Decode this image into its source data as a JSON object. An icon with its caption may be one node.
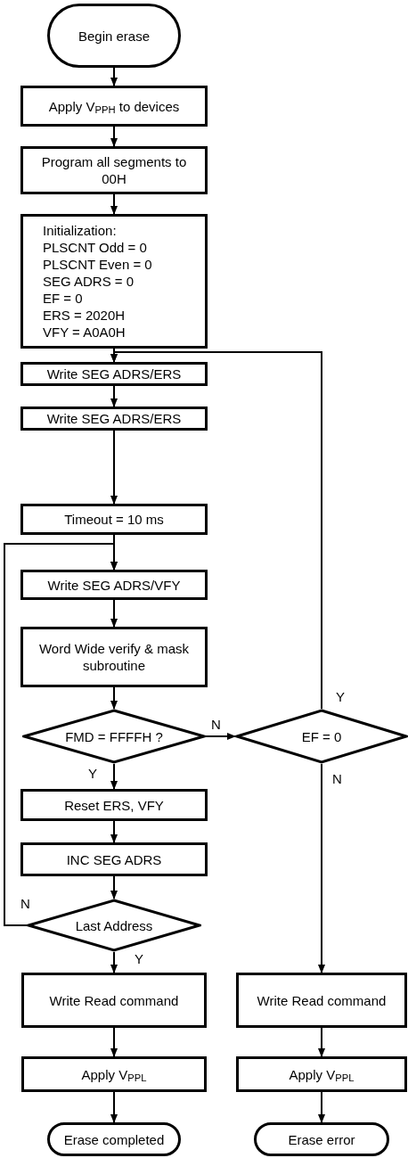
{
  "diagram": {
    "nodes": [
      {
        "text": [
          "Begin erase"
        ]
      },
      {
        "text": [
          "Apply V$_{PPH}$ to devices"
        ]
      },
      {
        "text": [
          "Program all segments to 00H"
        ]
      },
      {
        "text": [
          "Initialization:",
          "PLSCNT Odd = 0",
          "PLSCNT Even = 0",
          "SEG ADRS = 0",
          "EF = 0",
          "ERS = 2020H",
          "VFY = A0A0H"
        ]
      },
      {
        "text": [
          "Write SEG ADRS/ERS"
        ]
      },
      {
        "text": [
          "Write SEG ADRS/ERS"
        ]
      },
      {
        "text": [
          "Timeout = 10 ms"
        ]
      },
      {
        "text": [
          "Write SEG ADRS/VFY"
        ]
      },
      {
        "text": [
          "Word Wide verify & mask subroutine"
        ]
      },
      {
        "text": [
          "FMD = FFFFH ?"
        ]
      },
      {
        "text": [
          "EF = 0"
        ]
      },
      {
        "text": [
          "Reset ERS, VFY"
        ]
      },
      {
        "text": [
          "INC SEG ADRS"
        ]
      },
      {
        "text": [
          "Last Address"
        ]
      },
      {
        "text": [
          "Write Read command"
        ]
      },
      {
        "text": [
          "Write Read command"
        ]
      },
      {
        "text": [
          "Apply V$_{PPL}$"
        ]
      },
      {
        "text": [
          "Apply V$_{PPL}$"
        ]
      },
      {
        "text": [
          "Erase completed"
        ]
      },
      {
        "text": [
          "Erase error"
        ]
      }
    ],
    "edges": [
      {
        "from": 0,
        "to": 1,
        "arrow": "to"
      },
      {
        "from": 1,
        "to": 2,
        "arrow": "to"
      },
      {
        "from": 2,
        "to": 3,
        "arrow": "to"
      },
      {
        "from": 3,
        "to": 4,
        "arrow": "to"
      },
      {
        "from": 4,
        "to": 5,
        "arrow": "to"
      },
      {
        "from": 5,
        "to": 6,
        "arrow": "to"
      },
      {
        "from": 6,
        "to": 7,
        "arrow": "to"
      },
      {
        "from": 7,
        "to": 8,
        "arrow": "to"
      },
      {
        "from": 8,
        "to": 9,
        "arrow": "to"
      },
      {
        "from": 9,
        "to": 10,
        "arrow": "to",
        "label": "N"
      },
      {
        "from": 9,
        "to": 11,
        "arrow": "to",
        "label": "Y"
      },
      {
        "from": 11,
        "to": 12,
        "arrow": "to"
      },
      {
        "from": 12,
        "to": 13,
        "arrow": "to"
      },
      {
        "from": 13,
        "to": 7,
        "arrow": "to",
        "label": "N"
      },
      {
        "from": 10,
        "to": 4,
        "arrow": "to",
        "label": "Y"
      },
      {
        "from": 10,
        "to": 15,
        "arrow": "to",
        "label": "N"
      },
      {
        "from": 13,
        "to": 14,
        "arrow": "to",
        "label": "Y"
      },
      {
        "from": 14,
        "to": 16,
        "arrow": "to"
      },
      {
        "from": 15,
        "to": 17,
        "arrow": "to"
      },
      {
        "from": 16,
        "to": 18,
        "arrow": "to"
      },
      {
        "from": 17,
        "to": 19,
        "arrow": "to"
      }
    ]
  }
}
